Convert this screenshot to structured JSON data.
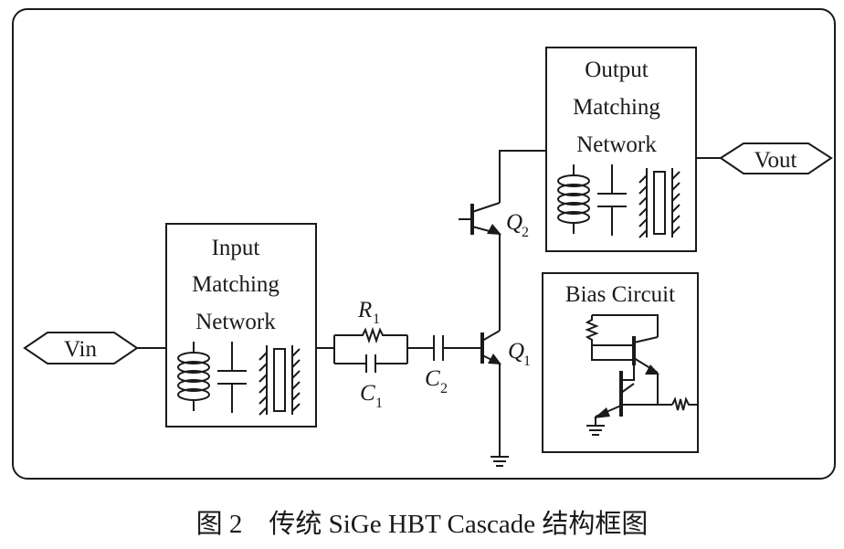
{
  "diagram": {
    "input_network": {
      "line1": "Input",
      "line2": "Matching",
      "line3": "Network"
    },
    "output_network": {
      "line1": "Output",
      "line2": "Matching",
      "line3": "Network"
    },
    "bias_circuit": {
      "title": "Bias Circuit"
    },
    "ports": {
      "input": "Vin",
      "output": "Vout"
    },
    "components": {
      "r1": {
        "letter": "R",
        "sub": "1"
      },
      "c1": {
        "letter": "C",
        "sub": "1"
      },
      "c2": {
        "letter": "C",
        "sub": "2"
      },
      "q1": {
        "letter": "Q",
        "sub": "1"
      },
      "q2": {
        "letter": "Q",
        "sub": "2"
      }
    }
  },
  "caption": {
    "text": "图 2　传统 SiGe HBT Cascade 结构框图"
  }
}
